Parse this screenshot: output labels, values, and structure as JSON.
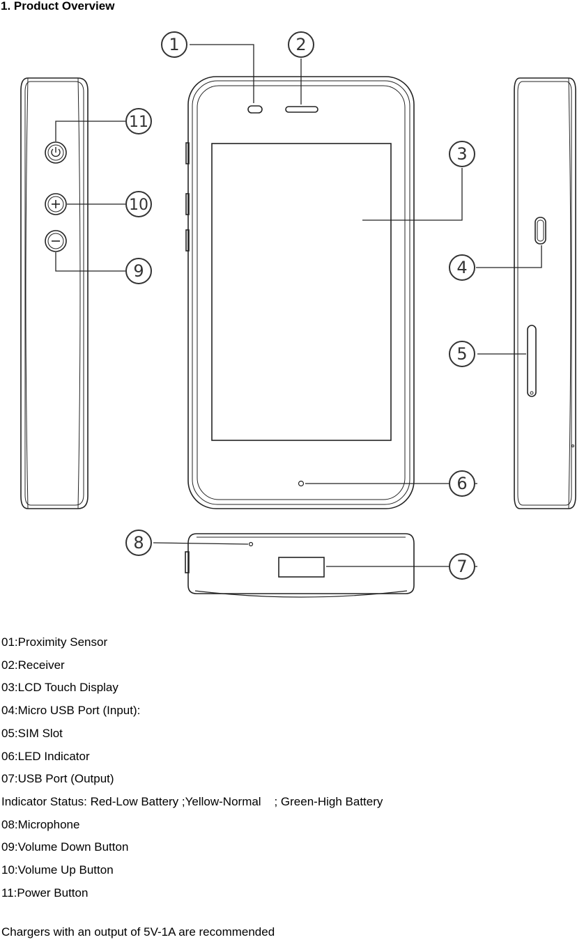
{
  "title": "1. Product Overview",
  "callouts": [
    "1",
    "2",
    "3",
    "4",
    "5",
    "6",
    "7",
    "8",
    "9",
    "10",
    "11"
  ],
  "legend": [
    "01:Proximity Sensor",
    "02:Receiver",
    "03:LCD Touch Display",
    "04:Micro USB Port (Input):",
    "05:SIM Slot",
    "06:LED Indicator",
    "07:USB Port (Output)",
    "Indicator Status: Red-Low Battery ;Yellow-Normal    ; Green-High Battery",
    "08:Microphone",
    "09:Volume Down Button",
    "10:Volume Up Button",
    "11:Power Button"
  ],
  "note": "Chargers with an output of 5V-1A are recommended"
}
